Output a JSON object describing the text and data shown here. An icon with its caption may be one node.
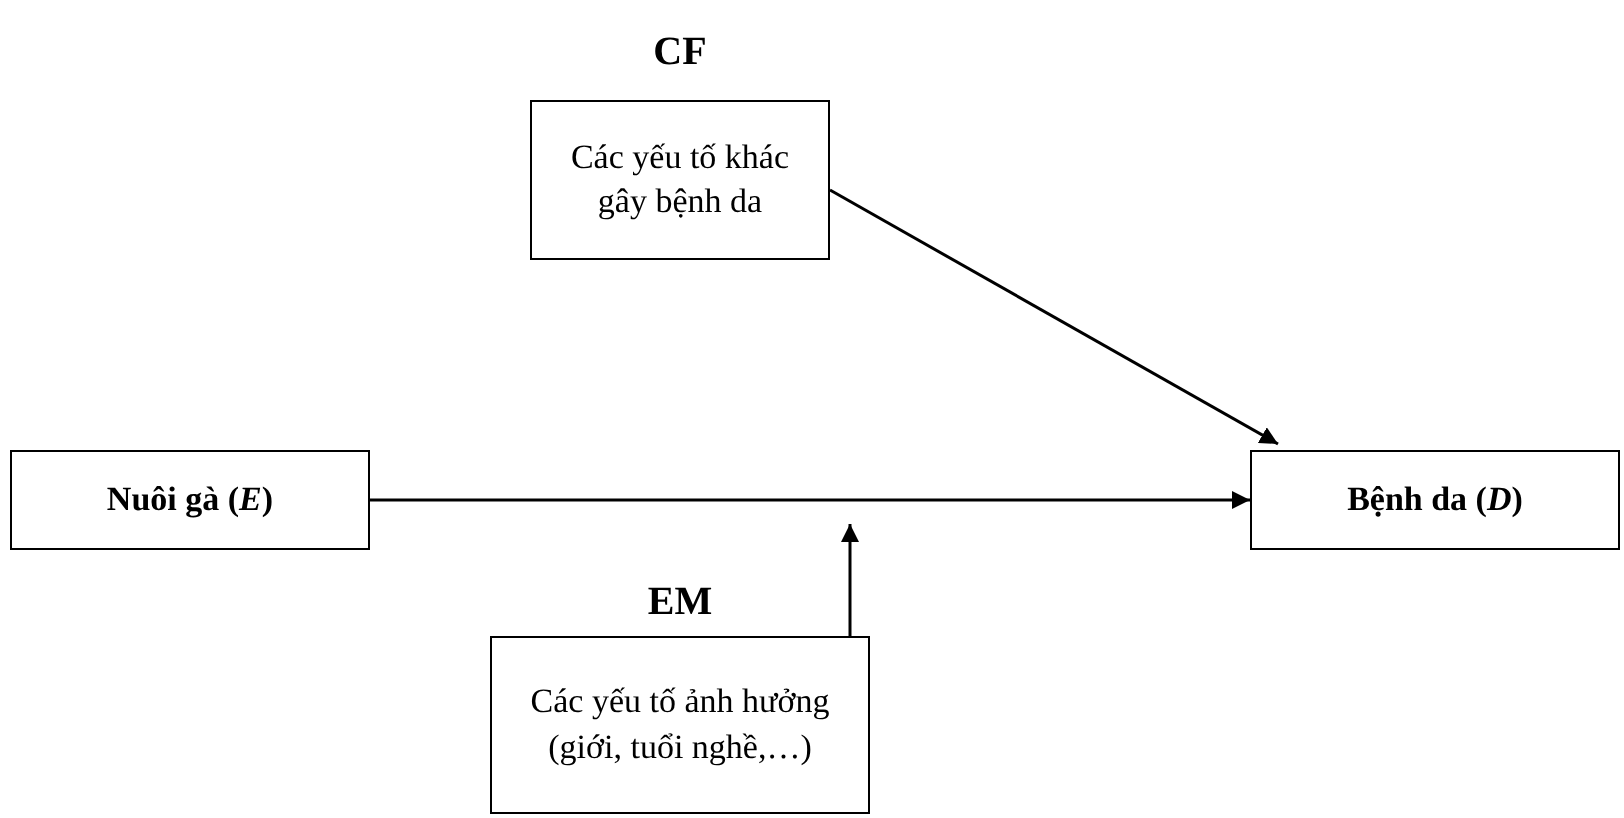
{
  "diagram": {
    "nodes": [
      {
        "text": [
          "Nuôi gà (*E*)"
        ]
      },
      {
        "text": [
          "Bệnh da (*D*)"
        ]
      },
      {
        "text": [
          "CF",
          "Các yếu tố khác gây bệnh da"
        ]
      },
      {
        "text": [
          "EM",
          "Các yếu tố ảnh hưởng (giới, tuổi nghề,…)"
        ]
      }
    ],
    "edges": [
      {
        "from": 0,
        "to": 1,
        "arrow": "to"
      },
      {
        "from": 2,
        "to": 1,
        "arrow": "to"
      },
      {
        "from": 3,
        "to": null,
        "arrow": "to"
      }
    ]
  }
}
